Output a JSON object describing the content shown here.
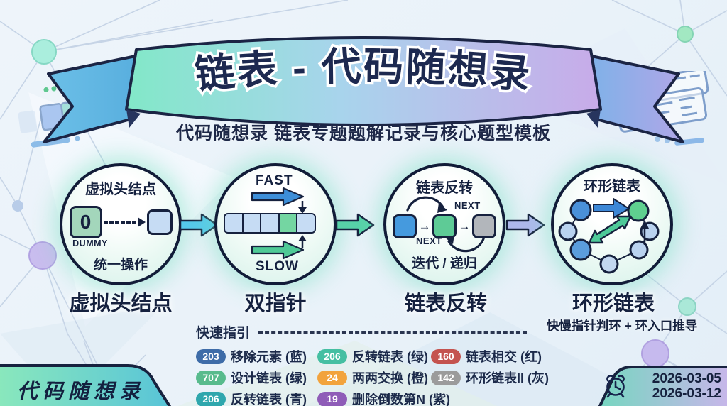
{
  "banner": {
    "title": "链表 - 代码随想录",
    "subtitle": "代码随想录 链表专题题解记录与核心题型模板"
  },
  "stages": [
    {
      "circle_title": "虚拟头结点",
      "label": "虚拟头结点",
      "dummy_value": "0",
      "dummy_caption": "DUMMY",
      "note": "统一操作"
    },
    {
      "label": "双指针",
      "fast_label": "FAST",
      "slow_label": "SLOW"
    },
    {
      "circle_title": "链表反转",
      "label": "链表反转",
      "next_top": "NEXT",
      "next_bottom": "NEXT",
      "note": "迭代 / 递归"
    },
    {
      "circle_title": "环形链表",
      "label": "环形链表",
      "sublabel": "快慢指针判环 + 环入口推导"
    }
  ],
  "quick_guide": {
    "header": "快速指引",
    "items": [
      {
        "number": "203",
        "label": "移除元素 (蓝)",
        "color": "#3e6ca8"
      },
      {
        "number": "707",
        "label": "设计链表 (绿)",
        "color": "#58bb8d"
      },
      {
        "number": "206",
        "label": "反转链表 (青)",
        "color": "#2fa7ad"
      },
      {
        "number": "206",
        "label": "反转链表 (绿)",
        "color": "#45bfa2"
      },
      {
        "number": "24",
        "label": "两两交换 (橙)",
        "color": "#f2a33c"
      },
      {
        "number": "19",
        "label": "删除倒数第N (紫)",
        "color": "#8f5cb8"
      },
      {
        "number": "160",
        "label": "链表相交 (红)",
        "color": "#c4534f"
      },
      {
        "number": "142",
        "label": "环形链表II (灰)",
        "color": "#9b9b9b"
      }
    ]
  },
  "footer": {
    "brand": "代码随想录",
    "dates": [
      "2026-03-05",
      "2026-03-12"
    ]
  },
  "colors": {
    "ink": "#16213e",
    "ribbon_left": "#82e8c8",
    "ribbon_mid": "#a8d4ec",
    "ribbon_right": "#c8abe9",
    "connector_1": "#55c8ec",
    "connector_2": "#57d2a8",
    "connector_3": "#aeb8ec",
    "node_blue": "#459ade",
    "node_green": "#5ecb96",
    "node_gray": "#b2b6bb"
  }
}
